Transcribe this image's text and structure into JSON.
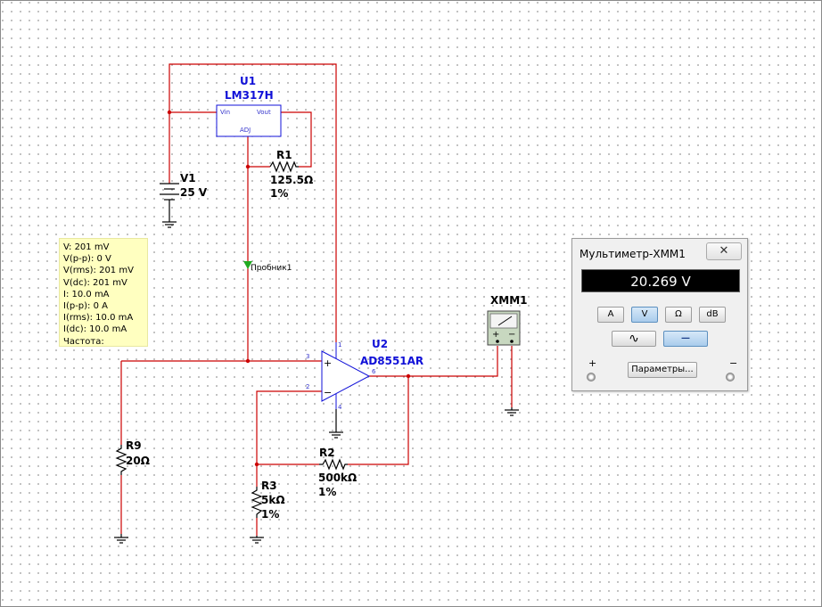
{
  "components": {
    "u1": {
      "ref": "U1",
      "part": "LM317H",
      "pin_vin": "Vin",
      "pin_vout": "Vout",
      "pin_adj": "ADJ"
    },
    "v1": {
      "ref": "V1",
      "value": "25 V"
    },
    "r1": {
      "ref": "R1",
      "value": "125.5Ω",
      "tolerance": "1%"
    },
    "u2": {
      "ref": "U2",
      "part": "AD8551AR",
      "pin_1": "1",
      "pin_2": "2",
      "pin_3": "3",
      "pin_4": "4",
      "pin_6": "6",
      "plus": "+",
      "minus": "−"
    },
    "r9": {
      "ref": "R9",
      "value": "20Ω"
    },
    "r2": {
      "ref": "R2",
      "value": "500kΩ",
      "tolerance": "1%"
    },
    "r3": {
      "ref": "R3",
      "value": "5kΩ",
      "tolerance": "1%"
    },
    "xmm1": {
      "ref": "XMM1",
      "plus": "+",
      "minus": "−"
    }
  },
  "probe": {
    "label": "Пробник1",
    "lines": [
      "V: 201 mV",
      "V(p-p): 0 V",
      "V(rms): 201 mV",
      "V(dc): 201 mV",
      "I: 10.0 mA",
      "I(p-p): 0 A",
      "I(rms): 10.0 mA",
      "I(dc): 10.0 mA",
      "Частота:"
    ]
  },
  "multimeter": {
    "title": "Мультиметр-XMM1",
    "close_label": "✕",
    "display": "20.269 V",
    "mode_buttons": [
      "A",
      "V",
      "Ω",
      "dB"
    ],
    "active_mode": "V",
    "signal_ac": "∿",
    "signal_dc": "—",
    "active_signal": "dc",
    "params_label": "Параметры...",
    "plus_label": "+",
    "minus_label": "−"
  },
  "colors": {
    "wire": "#cc0000",
    "label": "#1010d8",
    "probe_bg": "#ffffc0",
    "probe_marker": "#22aa22"
  }
}
